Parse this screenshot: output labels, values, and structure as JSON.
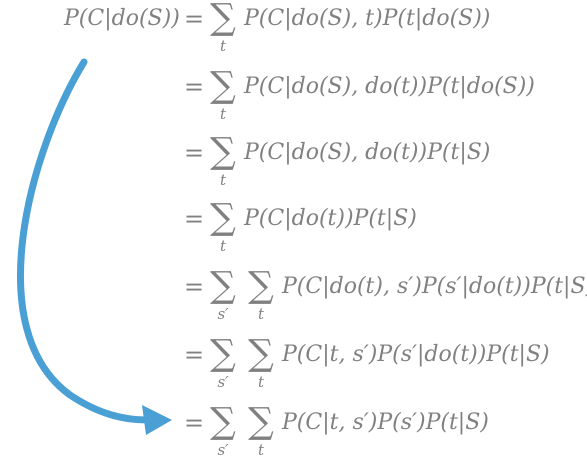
{
  "equations": {
    "lhs": "P(C|do(S))",
    "equals": "=",
    "sum1_sub": "t",
    "sum_outer_sub": "s′",
    "sum_inner_sub": "t",
    "sigma": "∑",
    "lines": [
      {
        "rhs": "P(C|do(S), t)P(t|do(S))"
      },
      {
        "rhs": "P(C|do(S), do(t))P(t|do(S))"
      },
      {
        "rhs": "P(C|do(S), do(t))P(t|S)"
      },
      {
        "rhs": "P(C|do(t))P(t|S)"
      },
      {
        "rhs": "P(C|do(t), s′)P(s′|do(t))P(t|S)"
      },
      {
        "rhs": "P(C|t, s′)P(s′|do(t))P(t|S)"
      },
      {
        "rhs": "P(C|t, s′)P(s′)P(t|S)"
      }
    ]
  },
  "arrow": {
    "icon": "curved-arrow-icon",
    "color": "#4a9fd5"
  }
}
